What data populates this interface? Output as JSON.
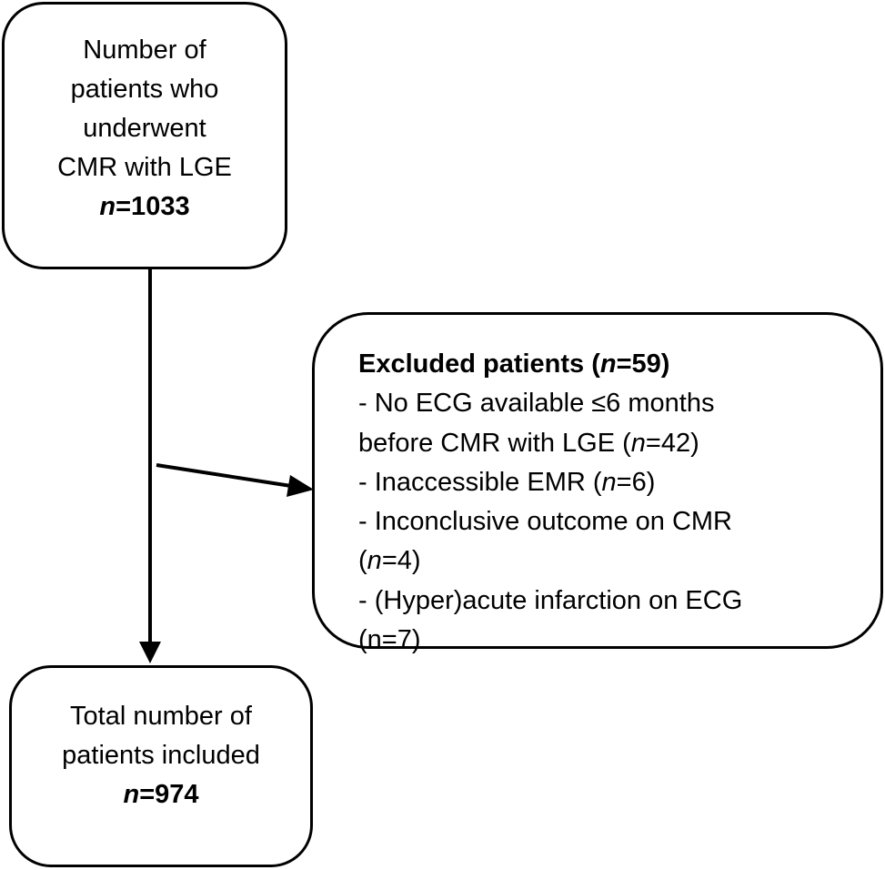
{
  "start_box": {
    "lines": [
      "Number of",
      "patients who",
      "underwent",
      "CMR with LGE"
    ],
    "count_prefix": "n",
    "count_value": "=1033"
  },
  "excluded_box": {
    "title_text": "Excluded patients (",
    "title_n": "n",
    "title_value": "=59)",
    "items": [
      {
        "pre": "- No ECG available ≤6 months",
        "pre2": "before CMR with LGE (",
        "n": "n",
        "post": "=42)"
      },
      {
        "pre": "- Inaccessible EMR (",
        "n": "n",
        "post": "=6)"
      },
      {
        "pre": "- Inconclusive outcome on CMR",
        "pre2": "(",
        "n": "n",
        "post": "=4)"
      },
      {
        "pre": "- (Hyper)acute infarction on ECG",
        "pre2": "(n=7)"
      }
    ]
  },
  "end_box": {
    "lines": [
      "Total number of",
      "patients included"
    ],
    "count_prefix": "n",
    "count_value": "=974"
  }
}
